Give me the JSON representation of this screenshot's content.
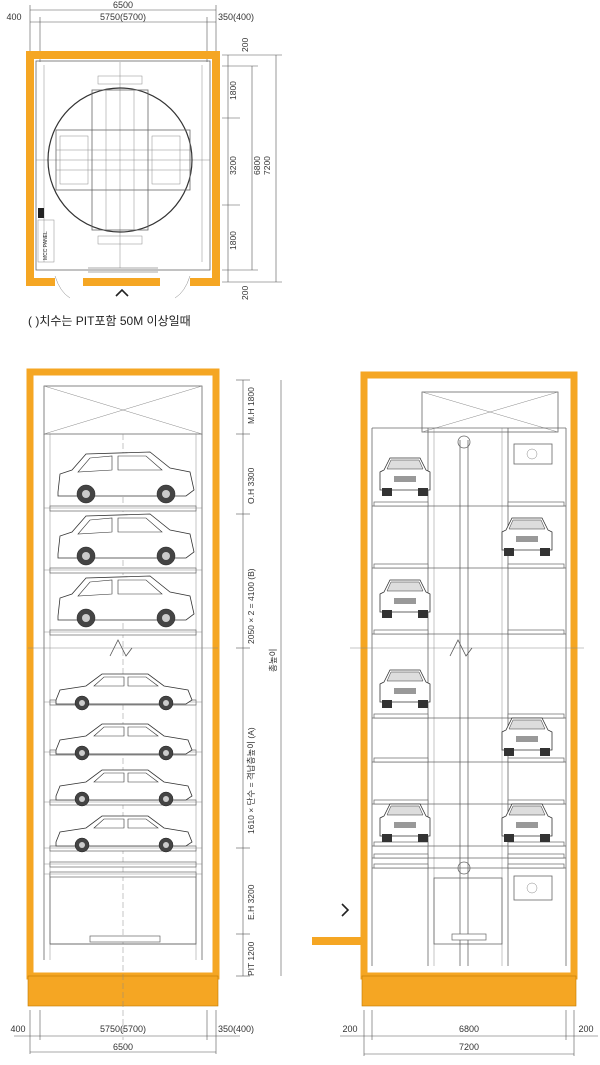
{
  "colors": {
    "wall": "#f5a623",
    "line": "#555555"
  },
  "plan": {
    "top_total": "6500",
    "top_inner": "5750(5700)",
    "top_left": "400",
    "top_right": "350(400)",
    "right_200_top": "200",
    "right_1800_a": "1800",
    "right_3200": "3200",
    "right_1800_b": "1800",
    "right_200_bottom": "200",
    "right_6800": "6800",
    "right_7200": "7200",
    "panel_label": "MCC PANEL",
    "note": "( )치수는 PIT포함 50M 이상일때"
  },
  "section_left": {
    "mh": "M.H 1800",
    "oh": "O.H 3300",
    "b_formula": "2050 × 2 = 4100 (B)",
    "a_formula": "1610 × 단수 = 격납층높이 (A)",
    "eh": "E.H 3200",
    "pit": "PIT 1200",
    "total_height": "총높이",
    "bottom_left": "400",
    "bottom_inner": "5750(5700)",
    "bottom_right": "350(400)",
    "bottom_total": "6500"
  },
  "section_right": {
    "bottom_left": "200",
    "bottom_inner": "6800",
    "bottom_right": "200",
    "bottom_total": "7200"
  }
}
